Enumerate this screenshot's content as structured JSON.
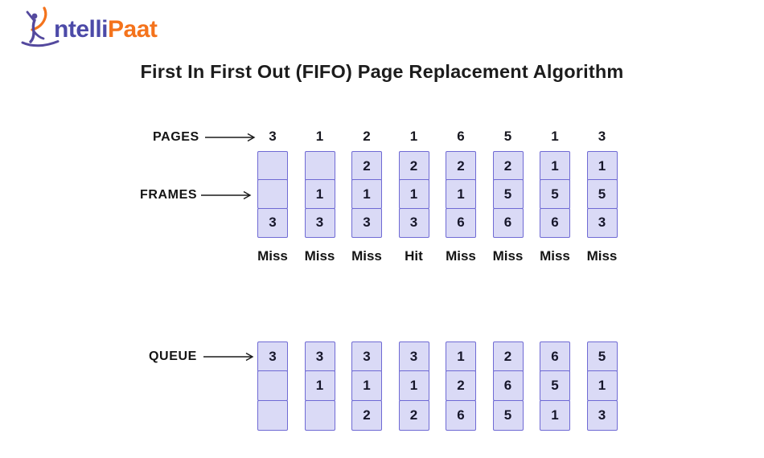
{
  "logo": {
    "text_primary": "ntelli",
    "text_secondary": "Paat"
  },
  "title": "First In First Out (FIFO) Page Replacement Algorithm",
  "colors": {
    "cell_fill": "#dadaf6",
    "cell_border": "#6f6ad4",
    "logo_purple": "#4c4aa8",
    "logo_orange": "#f4731c",
    "text": "#1c1c1c"
  },
  "pages": {
    "label": "PAGES",
    "sequence": [
      "3",
      "1",
      "2",
      "1",
      "6",
      "5",
      "1",
      "3"
    ]
  },
  "frames": {
    "label": "FRAMES",
    "columns": [
      [
        "",
        "",
        "3"
      ],
      [
        "",
        "1",
        "3"
      ],
      [
        "2",
        "1",
        "3"
      ],
      [
        "2",
        "1",
        "3"
      ],
      [
        "2",
        "1",
        "6"
      ],
      [
        "2",
        "5",
        "6"
      ],
      [
        "1",
        "5",
        "6"
      ],
      [
        "1",
        "5",
        "3"
      ]
    ],
    "results": [
      "Miss",
      "Miss",
      "Miss",
      "Hit",
      "Miss",
      "Miss",
      "Miss",
      "Miss"
    ]
  },
  "queue": {
    "label": "QUEUE",
    "columns": [
      [
        "3",
        "",
        ""
      ],
      [
        "3",
        "1",
        ""
      ],
      [
        "3",
        "1",
        "2"
      ],
      [
        "3",
        "1",
        "2"
      ],
      [
        "1",
        "2",
        "6"
      ],
      [
        "2",
        "6",
        "5"
      ],
      [
        "6",
        "5",
        "1"
      ],
      [
        "5",
        "1",
        "3"
      ]
    ]
  }
}
